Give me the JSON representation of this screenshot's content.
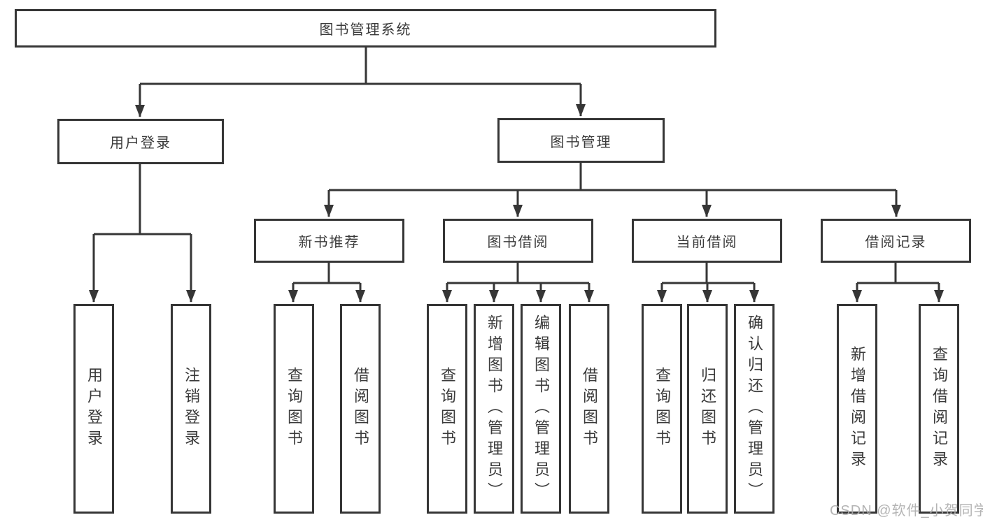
{
  "root": {
    "label": "图书管理系统"
  },
  "branches": [
    {
      "label": "用户登录",
      "children": [
        {
          "label": "用户登录"
        },
        {
          "label": "注销登录"
        }
      ]
    },
    {
      "label": "图书管理",
      "groups": [
        {
          "label": "新书推荐",
          "children": [
            {
              "label": "查询图书"
            },
            {
              "label": "借阅图书"
            }
          ]
        },
        {
          "label": "图书借阅",
          "children": [
            {
              "label": "查询图书"
            },
            {
              "label": "新增图书（管理员）"
            },
            {
              "label": "编辑图书（管理员）"
            },
            {
              "label": "借阅图书"
            }
          ]
        },
        {
          "label": "当前借阅",
          "children": [
            {
              "label": "查询图书"
            },
            {
              "label": "归还图书"
            },
            {
              "label": "确认归还（管理员）"
            }
          ]
        },
        {
          "label": "借阅记录",
          "children": [
            {
              "label": "新增借阅记录"
            },
            {
              "label": "查询借阅记录"
            }
          ]
        }
      ]
    }
  ],
  "watermark": "CSDN @软件_小贺同学",
  "colors": {
    "line": "#363636",
    "box_border": "#363636",
    "text": "#3a3a3a",
    "watermark": "#acacac",
    "background": "#ffffff"
  }
}
